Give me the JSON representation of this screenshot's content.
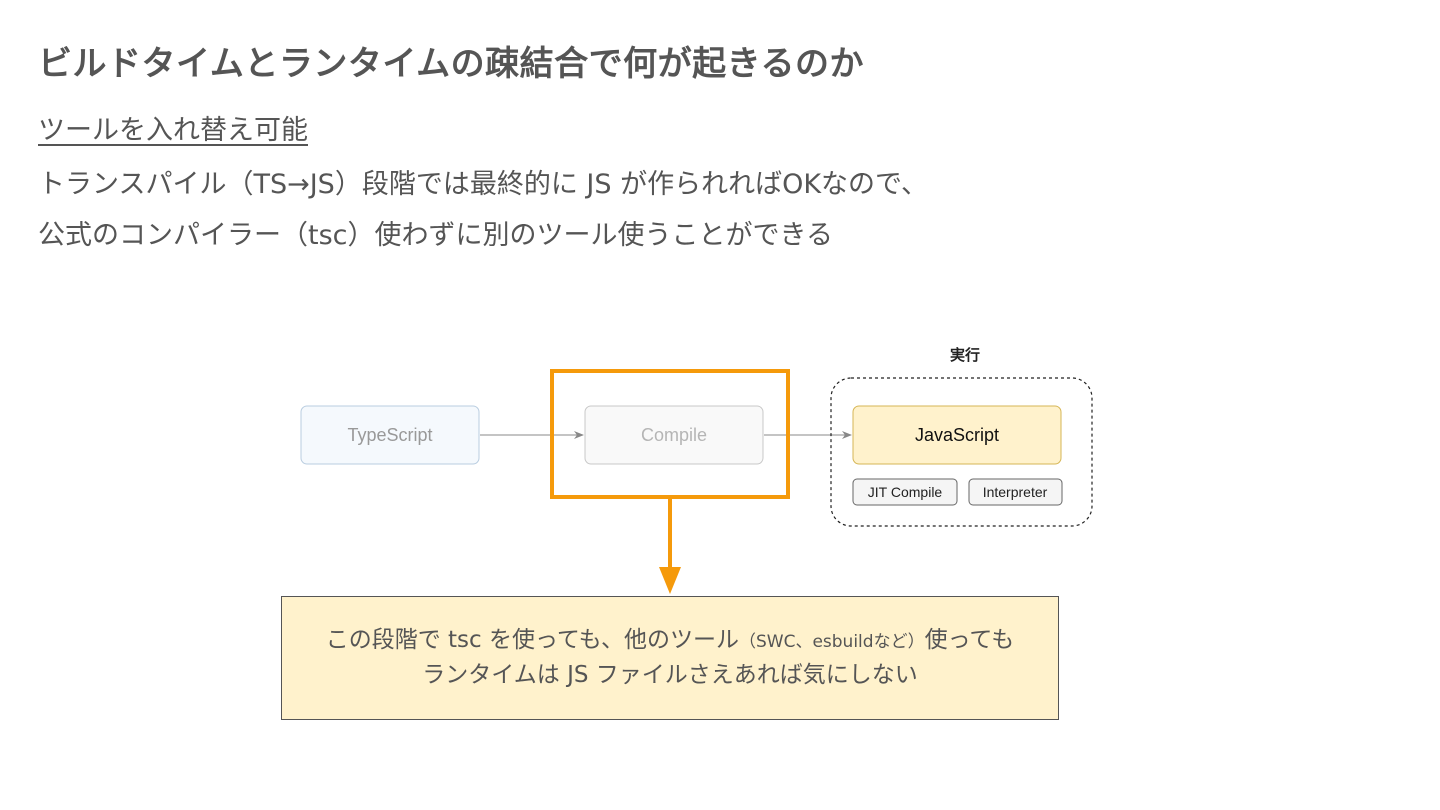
{
  "slide": {
    "title": "ビルドタイムとランタイムの疎結合で何が起きるのか",
    "subtitle": "ツールを入れ替え可能",
    "body_lines": [
      "トランスパイル（TS→JS）段階では最終的に JS が作られればOKなので、",
      "公式のコンパイラー（tsc）使わずに別のツール使うことができる"
    ]
  },
  "diagram": {
    "nodes": {
      "typescript": "TypeScript",
      "compile": "Compile",
      "javascript": "JavaScript",
      "jit_compile": "JIT Compile",
      "interpreter": "Interpreter"
    },
    "runtime_group_label": "実行",
    "colors": {
      "typescript_fill": "#f5f9fd",
      "typescript_stroke": "#b9cde0",
      "compile_fill": "#f9f9f9",
      "compile_stroke": "#c8c8c8",
      "javascript_fill": "#fff2cc",
      "javascript_stroke": "#d6b656",
      "highlight": "#f59a0b",
      "note_fill": "#fff2cc"
    },
    "note": {
      "line1_prefix": "この段階で tsc を使っても、他のツール",
      "line1_small": "（SWC、esbuildなど）",
      "line1_suffix": "使っても",
      "line2": "ランタイムは JS ファイルさえあれば気にしない"
    }
  }
}
